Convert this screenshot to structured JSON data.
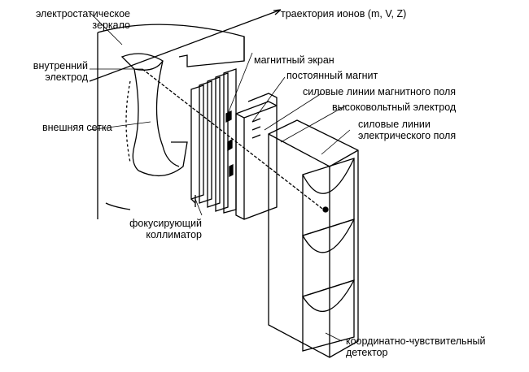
{
  "labels": {
    "mirror": [
      "электростатическое",
      "зеркало"
    ],
    "trajectory": "траектория ионов (m, V, Z)",
    "inner_electrode": [
      "внутренний",
      "электрод"
    ],
    "magnetic_screen": "магнитный экран",
    "permanent_magnet": "постоянный магнит",
    "magnetic_field_lines": "силовые линии магнитного поля",
    "hv_electrode": "высоковольтный электрод",
    "electric_field_lines": [
      "силовые линии",
      "электрического поля"
    ],
    "outer_grid": "внешняя сетка",
    "collimator": [
      "фокусирующий",
      "коллиматор"
    ],
    "detector": [
      "координатно-чувствительный",
      "детектор"
    ]
  }
}
